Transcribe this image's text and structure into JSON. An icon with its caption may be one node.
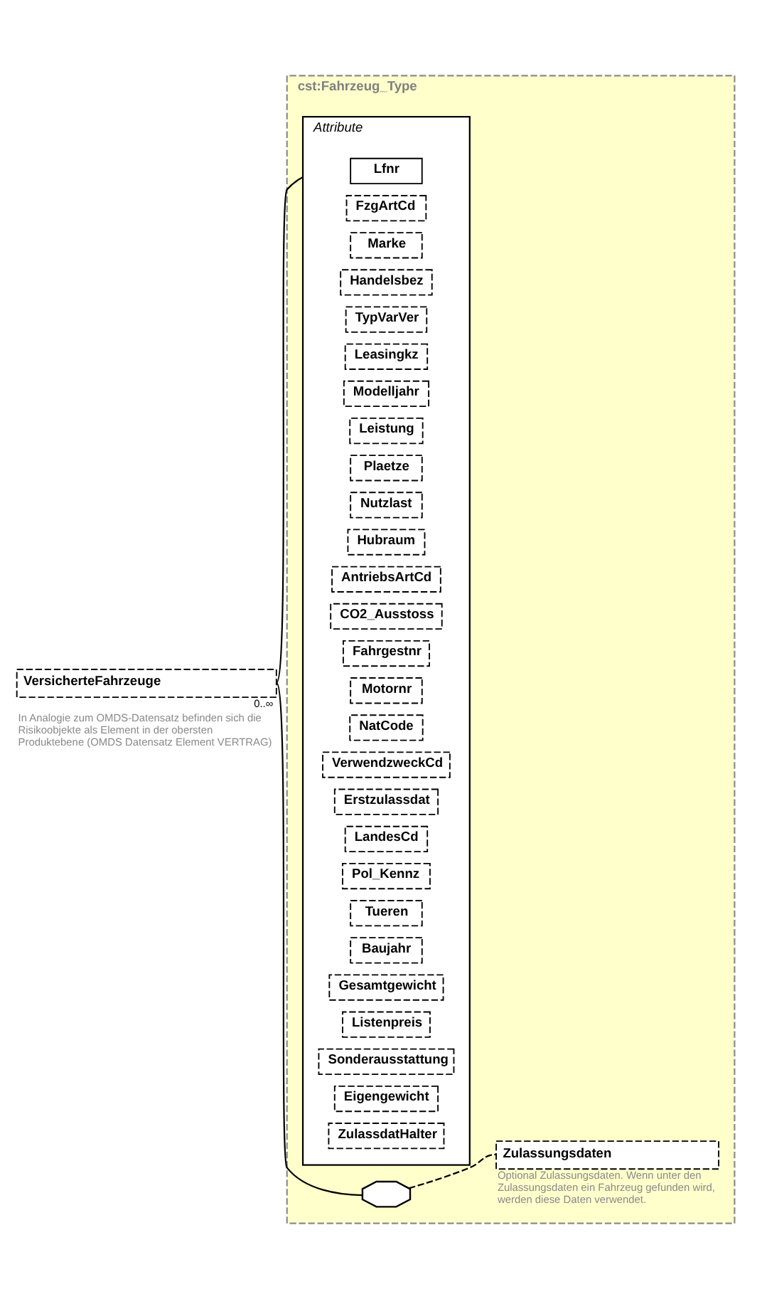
{
  "diagram": {
    "nodes": [
      {
        "text": [
          "VersicherteFahrzeuge"
        ],
        "beside": [
          "0..∞",
          "In Analogie zum OMDS-Datensatz befinden sich die Risikoobjekte als Element in der obersten Produktebene (OMDS Datensatz Element VERTRAG)"
        ]
      },
      {
        "text": [
          "cst:Fahrzeug_Type"
        ]
      },
      {
        "text": [
          "Attribute"
        ],
        "in": 1
      },
      {
        "text": [
          "Lfnr"
        ],
        "in": 2
      },
      {
        "text": [
          "FzgArtCd"
        ],
        "in": 2
      },
      {
        "text": [
          "Marke"
        ],
        "in": 2
      },
      {
        "text": [
          "Handelsbez"
        ],
        "in": 2
      },
      {
        "text": [
          "TypVarVer"
        ],
        "in": 2
      },
      {
        "text": [
          "Leasingkz"
        ],
        "in": 2
      },
      {
        "text": [
          "Modelljahr"
        ],
        "in": 2
      },
      {
        "text": [
          "Leistung"
        ],
        "in": 2
      },
      {
        "text": [
          "Plaetze"
        ],
        "in": 2
      },
      {
        "text": [
          "Nutzlast"
        ],
        "in": 2
      },
      {
        "text": [
          "Hubraum"
        ],
        "in": 2
      },
      {
        "text": [
          "AntriebsArtCd"
        ],
        "in": 2
      },
      {
        "text": [
          "CO2_Ausstoss"
        ],
        "in": 2
      },
      {
        "text": [
          "Fahrgestnr"
        ],
        "in": 2
      },
      {
        "text": [
          "Motornr"
        ],
        "in": 2
      },
      {
        "text": [
          "NatCode"
        ],
        "in": 2
      },
      {
        "text": [
          "VerwendzweckCd"
        ],
        "in": 2
      },
      {
        "text": [
          "Erstzulassdat"
        ],
        "in": 2
      },
      {
        "text": [
          "LandesCd"
        ],
        "in": 2
      },
      {
        "text": [
          "Pol_Kennz"
        ],
        "in": 2
      },
      {
        "text": [
          "Tueren"
        ],
        "in": 2
      },
      {
        "text": [
          "Baujahr"
        ],
        "in": 2
      },
      {
        "text": [
          "Gesamtgewicht"
        ],
        "in": 2
      },
      {
        "text": [
          "Listenpreis"
        ],
        "in": 2
      },
      {
        "text": [
          "Sonderausstattung"
        ],
        "in": 2
      },
      {
        "text": [
          "Eigengewicht"
        ],
        "in": 2
      },
      {
        "text": [
          "ZulassdatHalter"
        ],
        "in": 2
      },
      {
        "text": [],
        "shape": "octagon",
        "in": 1
      },
      {
        "text": [
          "Zulassungsdaten"
        ],
        "in": 1,
        "beside": [
          "Optional Zulassungsdaten. Wenn unter den Zulassungsdaten ein Fahrzeug gefunden wird, werden diese Daten verwendet."
        ]
      }
    ],
    "edges": [
      {
        "from": 0,
        "to": 2,
        "arrow": "none"
      },
      {
        "from": 0,
        "to": 30,
        "arrow": "none"
      },
      {
        "from": 30,
        "to": 31,
        "arrow": "none",
        "style": "dashed"
      }
    ]
  }
}
